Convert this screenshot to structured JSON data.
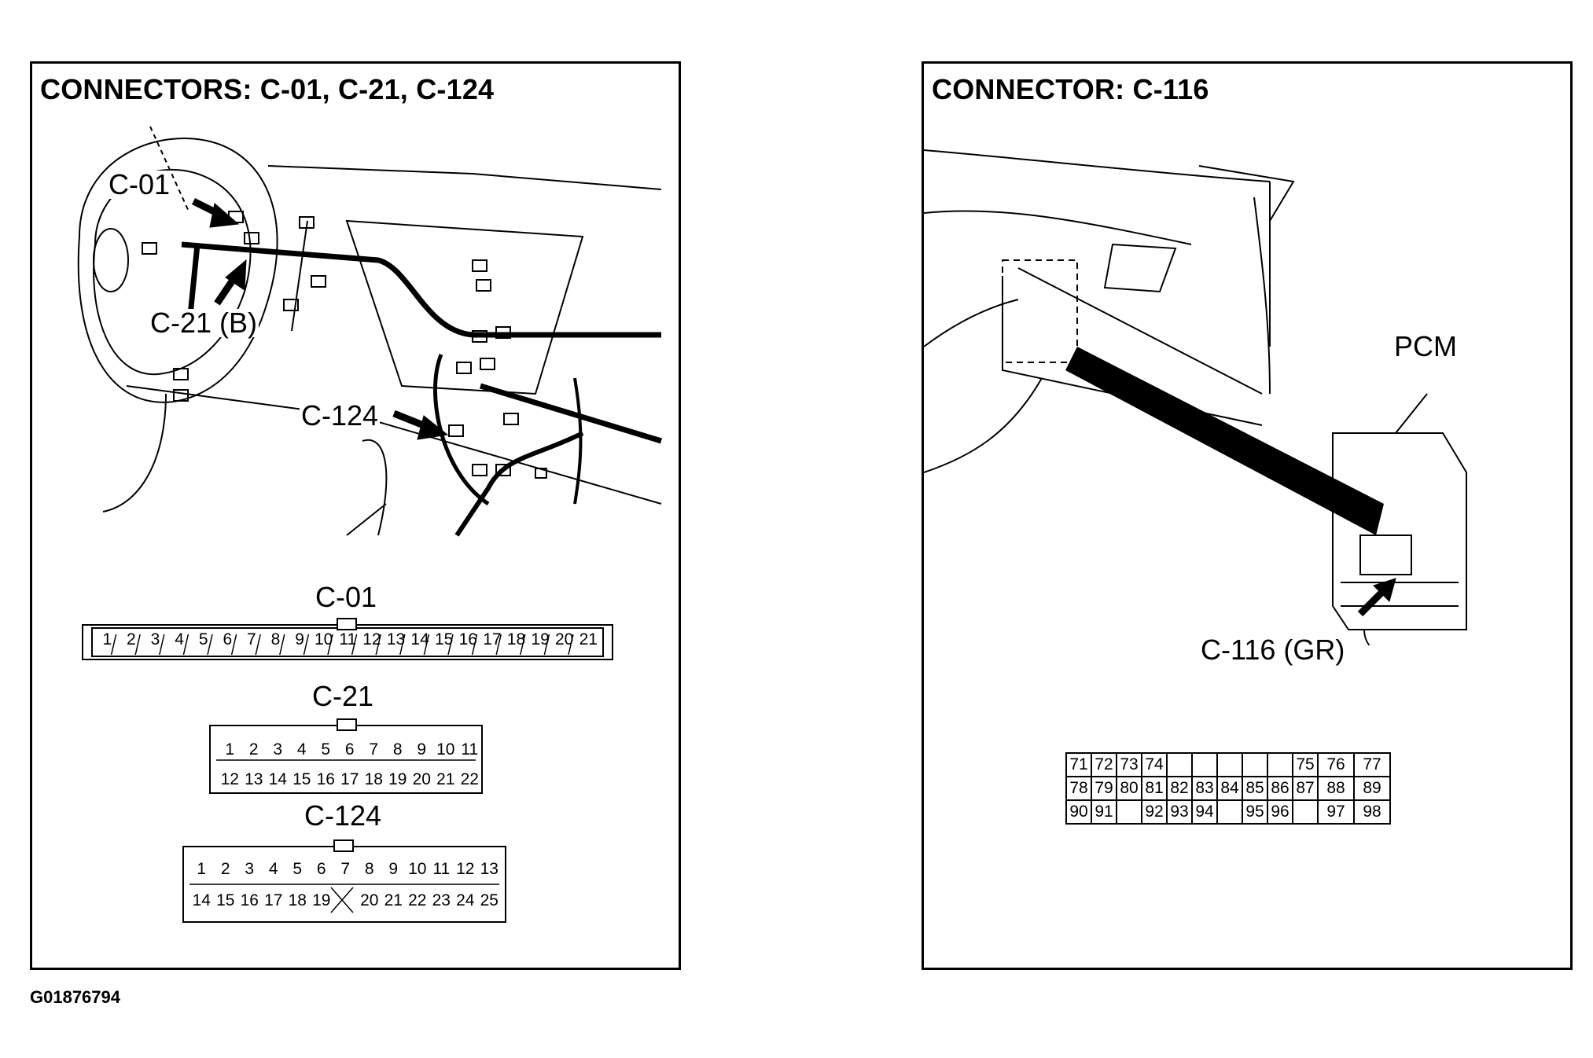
{
  "left": {
    "title": "CONNECTORS: C-01, C-21, C-124",
    "callouts": {
      "c01": "C-01",
      "c21": "C-21 (B)",
      "c124": "C-124"
    },
    "c01": {
      "label": "C-01",
      "pins": [
        "1",
        "2",
        "3",
        "4",
        "5",
        "6",
        "7",
        "8",
        "9",
        "10",
        "11",
        "12",
        "13",
        "14",
        "15",
        "16",
        "17",
        "18",
        "19",
        "20",
        "21"
      ]
    },
    "c21": {
      "label": "C-21",
      "row1": [
        "1",
        "2",
        "3",
        "4",
        "5",
        "6",
        "7",
        "8",
        "9",
        "10",
        "11"
      ],
      "row2": [
        "12",
        "13",
        "14",
        "15",
        "16",
        "17",
        "18",
        "19",
        "20",
        "21",
        "22"
      ]
    },
    "c124": {
      "label": "C-124",
      "row1": [
        "1",
        "2",
        "3",
        "4",
        "5",
        "6",
        "7",
        "8",
        "9",
        "10",
        "11",
        "12",
        "13"
      ],
      "row2": [
        "14",
        "15",
        "16",
        "17",
        "18",
        "19",
        "",
        "20",
        "21",
        "22",
        "23",
        "24",
        "25"
      ]
    }
  },
  "right": {
    "title": "CONNECTOR: C-116",
    "callouts": {
      "pcm": "PCM",
      "c116": "C-116 (GR)"
    },
    "c116": {
      "row1": [
        "71",
        "72",
        "73",
        "74",
        "",
        "",
        "",
        "",
        "",
        "75",
        "76",
        "77"
      ],
      "row2": [
        "78",
        "79",
        "80",
        "81",
        "82",
        "83",
        "84",
        "85",
        "86",
        "87",
        "88",
        "89"
      ],
      "row3": [
        "90",
        "91",
        "",
        "92",
        "93",
        "94",
        "",
        "95",
        "96",
        "",
        "97",
        "98"
      ]
    }
  },
  "footer": {
    "code": "G01876794"
  }
}
